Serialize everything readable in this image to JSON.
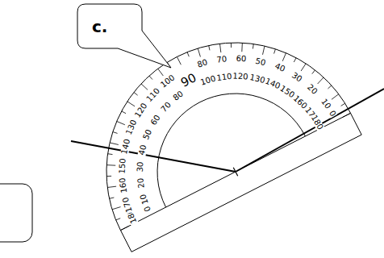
{
  "diagram": {
    "nodes": [
      {
        "text": [
          "c."
        ]
      }
    ],
    "labels": [
      "180",
      "0",
      "170",
      "10",
      "160",
      "20",
      "150",
      "30",
      "140",
      "40",
      "130",
      "50",
      "120",
      "60",
      "110",
      "70",
      "100",
      "80",
      "90",
      "80",
      "100",
      "70",
      "110",
      "60",
      "120",
      "50",
      "130",
      "40",
      "140",
      "30",
      "150",
      "20",
      "160",
      "10",
      "170",
      "0",
      "180"
    ]
  }
}
